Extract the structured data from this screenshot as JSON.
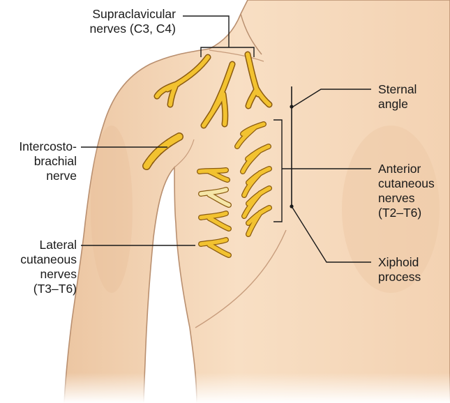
{
  "labels": {
    "supraclavicular": {
      "line1": "Supraclavicular",
      "line2": "nerves (C3, C4)"
    },
    "intercostobrachial": {
      "line1": "Intercosto-",
      "line2": "brachial",
      "line3": "nerve"
    },
    "lateral_cutaneous": {
      "line1": "Lateral",
      "line2": "cutaneous",
      "line3": "nerves",
      "line4": "(T3–T6)"
    },
    "sternal_angle": {
      "line1": "Sternal",
      "line2": "angle"
    },
    "anterior_cutaneous": {
      "line1": "Anterior",
      "line2": "cutaneous",
      "line3": "nerves",
      "line4": "(T2–T6)"
    },
    "xiphoid_process": {
      "line1": "Xiphoid",
      "line2": "process"
    }
  },
  "colors": {
    "skin": "#f7dcc0",
    "skin_shadow": "#e9bf9a",
    "outline": "#b98f6f",
    "nerve": "#f2c230",
    "nerve_dark": "#8a5a10",
    "leader": "#1a1a1a"
  }
}
